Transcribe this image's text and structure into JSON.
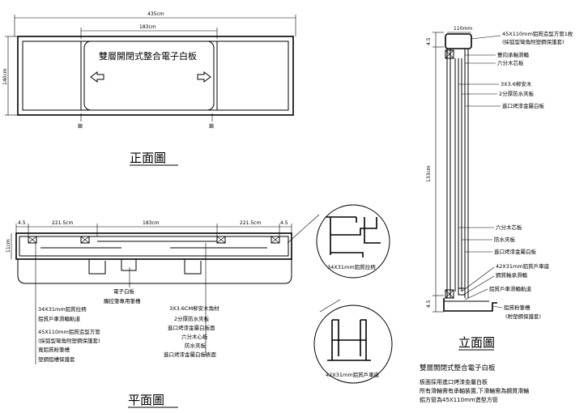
{
  "front_view": {
    "dim_total": "435cm",
    "dim_center": "183cm",
    "dim_height": "140cm",
    "board_title": "雙層開閉式整合電子白板",
    "lock_left": "鎖",
    "lock_right": "鎖",
    "caption": "正面圖"
  },
  "plan_view": {
    "dim_left_margin": "4.5",
    "dim_left": "221.5cm",
    "dim_center": "183cm",
    "dim_right": "221.5cm",
    "dim_right_margin": "4.5",
    "dim_depth": "11cm",
    "caption": "平面圖",
    "labels_center": [
      "電子白板",
      "觸控筆專用筆槽"
    ],
    "labels_left": [
      "34X31mm鋁質拉柄",
      "鋁質戶車滑輪軌道",
      "45X110mm鋁質造型方管",
      "(採弧型彎角附塑鋼保護套)",
      "寬鋁質粉筆槽",
      "塑鋼鋁槽保護套"
    ],
    "labels_right": [
      "3X3.6CM柳安木角材",
      "2分厚防水夾板",
      "進口烤漆金屬白板面",
      "六分木心板",
      "防水夾板",
      "進口烤漆金屬白板表面"
    ]
  },
  "details": {
    "profile_a": "34X31mm鋁質拉柄",
    "profile_b": "42X31mm鋁質戶車座"
  },
  "section_view": {
    "dim_top": "110mm",
    "dim_height": "133cm",
    "dim_top_margin": "4.5",
    "dim_bottom_margin": "4.5",
    "caption": "立面圖",
    "labels_top": [
      "45X110mm鋁質造型方管1枚",
      "(採弧型彎角附塑鋼保護套)",
      "雙向承軸滑輪",
      "六分木芯板",
      "3X3.6柳安木",
      "2分厚防水夾板",
      "進口烤漆金屬白板"
    ],
    "labels_bottom": [
      "六分木芯板",
      "防水夾板",
      "進口烤漆金屬白板",
      "42X31mm鋁質戶車座",
      "鋼質軸承滑輪",
      "鋁質戶車滑輪軌道",
      "鋁質粉筆槽",
      "(附塑鋼保護套)"
    ]
  },
  "notes": {
    "title": "雙層開閉式整合電子白板",
    "lines": [
      "板面採用進口烤漆金屬白板",
      "所有滑輪需有承軸裝置,下滑輪需為鋼質滑輪",
      "鋁方管為45X110mm造型方管"
    ]
  }
}
